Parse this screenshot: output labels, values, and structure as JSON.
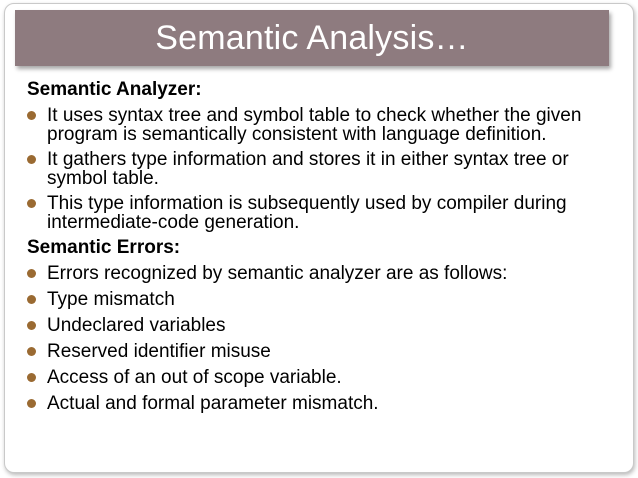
{
  "slide": {
    "title": "Semantic Analysis…",
    "accent_color": "#8e7b7f",
    "bullet_color": "#9a6a32"
  },
  "sections": [
    {
      "heading": "Semantic Analyzer:",
      "bullets": [
        "It uses syntax tree and symbol table to check whether the given program is semantically consistent with language definition.",
        "It gathers type information and stores it in either syntax tree or symbol table.",
        "This type information is subsequently used by compiler during intermediate-code generation."
      ]
    },
    {
      "heading": "Semantic Errors:",
      "bullets": [
        "Errors recognized by semantic analyzer are as follows:",
        "Type mismatch",
        "Undeclared variables",
        "Reserved identifier misuse",
        "Access of an out of scope variable.",
        "Actual and formal parameter mismatch."
      ]
    }
  ]
}
